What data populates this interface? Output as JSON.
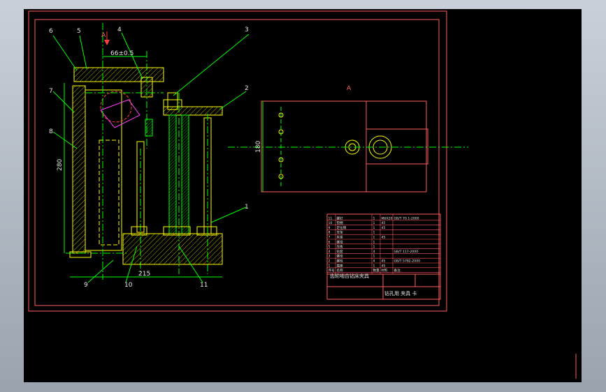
{
  "drawing": {
    "part_numbers": [
      "1",
      "2",
      "3",
      "4",
      "5",
      "6",
      "7",
      "8",
      "9",
      "10",
      "11"
    ],
    "dimensions": {
      "top_width": "66±0.5",
      "height": "280",
      "base_width": "215",
      "view_height": "180"
    },
    "section_marker": "A",
    "view_label": "A",
    "title_block": {
      "name": "齿轮啮合钻床夹具",
      "footer": "钻孔用 夹具 卡",
      "rows": [
        [
          "11",
          "螺钉",
          "1",
          "M6X20",
          "GB/T 70.1-2000"
        ],
        [
          "10",
          "垫圈",
          "1",
          "45",
          ""
        ],
        [
          "9",
          "定位销",
          "1",
          "45",
          ""
        ],
        [
          "8",
          "支架",
          "1",
          "",
          ""
        ],
        [
          "7",
          "夹紧",
          "1",
          "45",
          ""
        ],
        [
          "6",
          "螺母",
          "1",
          "",
          ""
        ],
        [
          "5",
          "压板",
          "1",
          "",
          ""
        ],
        [
          "4",
          "钻套",
          "4",
          "",
          "GB/T 117-2000"
        ],
        [
          "3",
          "螺母",
          "1",
          "",
          ""
        ],
        [
          "2",
          "螺栓",
          "4",
          "45",
          "GB/T 5782-2000"
        ],
        [
          "1",
          "底座",
          "1",
          "45",
          ""
        ]
      ],
      "header": [
        "序号",
        "名称",
        "数量",
        "材料",
        "备注"
      ]
    }
  }
}
